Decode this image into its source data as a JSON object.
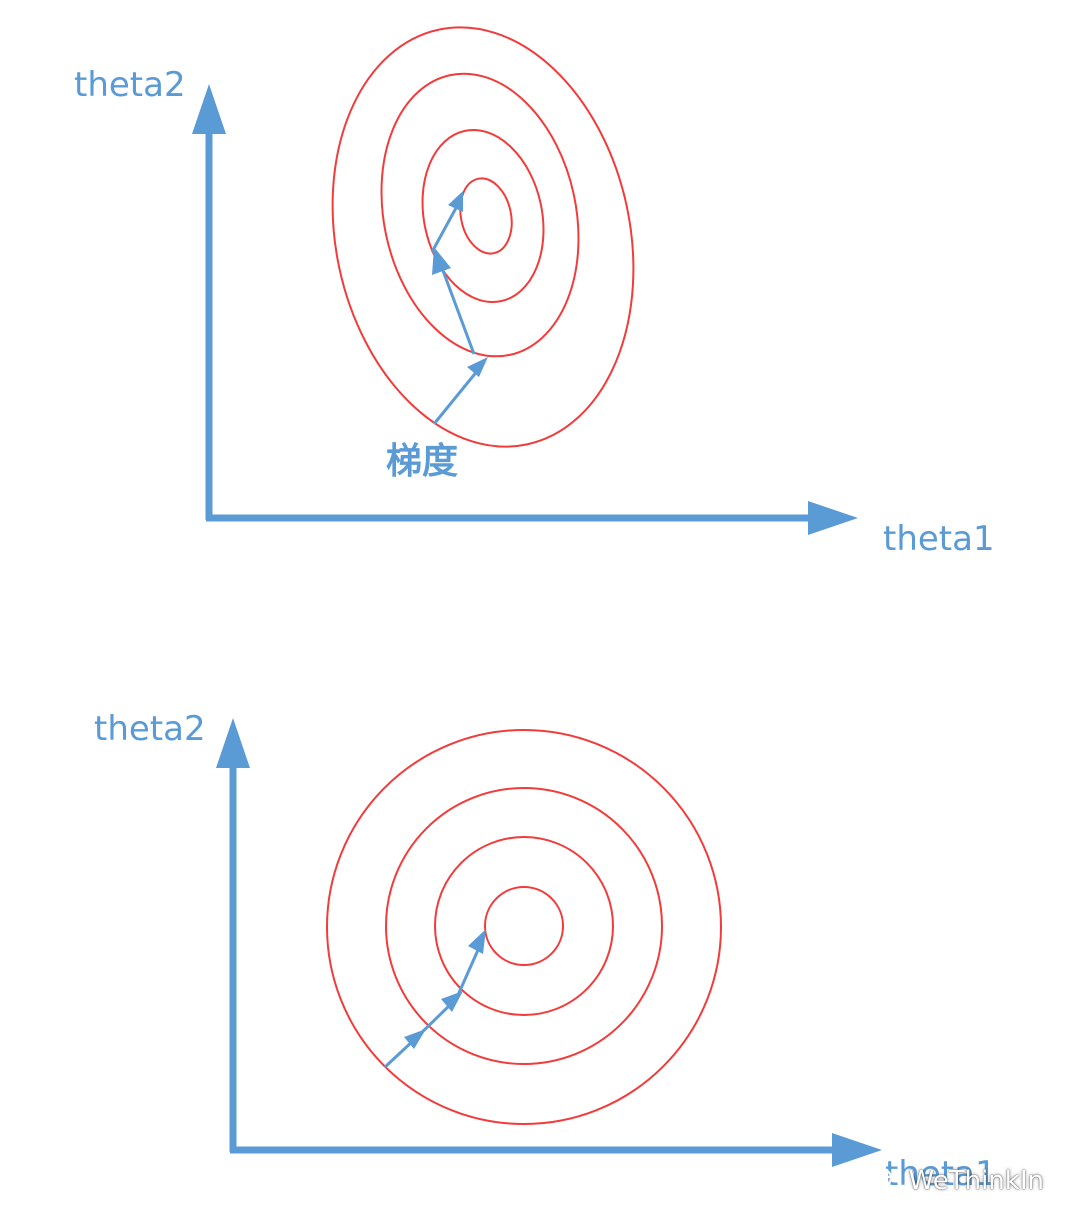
{
  "colors": {
    "axis": "#5B9BD5",
    "contour": "#F23B3B",
    "label": "#5B9BD5",
    "background": "#FFFFFF"
  },
  "top_plot": {
    "y_axis_label": "theta2",
    "x_axis_label": "theta1",
    "gradient_label": "梯度",
    "contours": "elongated ellipses",
    "path_steps": 3
  },
  "bottom_plot": {
    "y_axis_label": "theta2",
    "x_axis_label": "theta1",
    "contours": "concentric circles",
    "path_steps": 3
  },
  "watermark": {
    "icon": "wechat-icon",
    "text": "WeThinkIn"
  }
}
